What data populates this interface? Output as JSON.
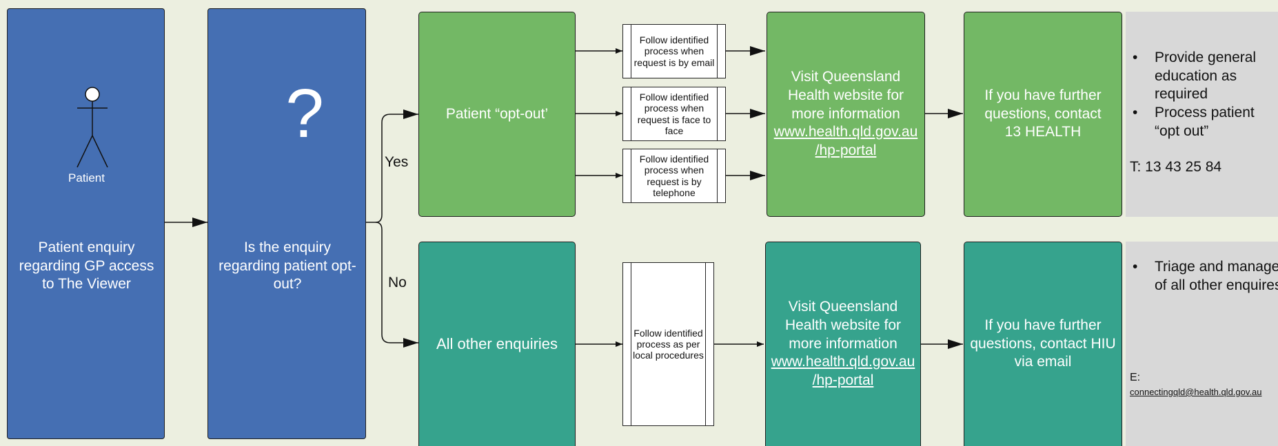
{
  "patient": {
    "figure_label": "Patient",
    "text": "Patient enquiry regarding GP access to The Viewer"
  },
  "question": {
    "symbol": "?",
    "text": "Is the enquiry regarding patient opt-out?"
  },
  "branch_labels": {
    "yes": "Yes",
    "no": "No"
  },
  "optout_row": {
    "title": "Patient “opt-out’",
    "processes": [
      "Follow identified process when request is by email",
      "Follow identified process when request is face to face",
      "Follow identified process when request is by telephone"
    ],
    "website": {
      "lines": [
        "Visit Queensland",
        "Health website for",
        "more information"
      ],
      "link1": "www.health.qld.gov.au",
      "link2": "/hp-portal"
    },
    "contact": "If you have further questions, contact 13 HEALTH",
    "info": {
      "bullets": [
        "Provide general education as required",
        "Process patient “opt out”"
      ],
      "phone": "T: 13 43 25 84"
    }
  },
  "other_row": {
    "title": "All other enquiries",
    "process": "Follow identified process as per local procedures",
    "website": {
      "lines": [
        "Visit Queensland",
        "Health website for",
        "more information"
      ],
      "link1": "www.health.qld.gov.au",
      "link2": "/hp-portal"
    },
    "contact": "If you have further questions, contact HIU via email",
    "info": {
      "bullets": [
        "Triage and management of all other enquires"
      ],
      "email_label": "E:",
      "email": "connectingqld@health.qld.gov.au"
    }
  },
  "colors": {
    "background": "#ecefe0",
    "blue": "#456fb3",
    "green": "#73b865",
    "teal": "#36a38d",
    "info_panel": "#d8d8d8"
  }
}
